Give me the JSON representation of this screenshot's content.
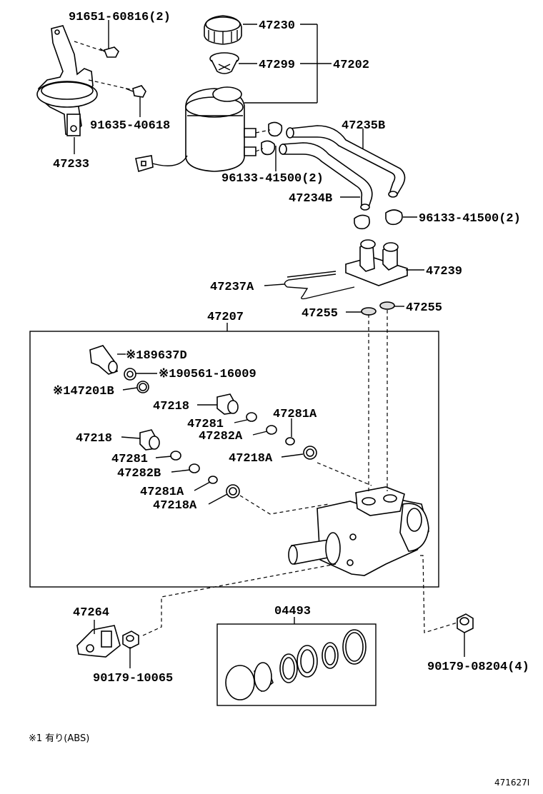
{
  "diagram_id": "471627I",
  "footnote": "※1 有り(ABS)",
  "labels": {
    "p91651": "91651-60816(2)",
    "p91635": "91635-40618",
    "p47233": "47233",
    "p47230": "47230",
    "p47299": "47299",
    "p47202": "47202",
    "p47235b": "47235B",
    "p96133a": "96133-41500(2)",
    "p47234b": "47234B",
    "p96133b": "96133-41500(2)",
    "p47239": "47239",
    "p47237a": "47237A",
    "p47255a": "47255",
    "p47255b": "47255",
    "p47207": "47207",
    "p189637d": "※189637D",
    "p190561": "※190561-16009",
    "p147201b": "※147201B",
    "p47218a": "47218",
    "p47281a_top": "47281A",
    "p47281_top": "47281",
    "p47282a": "47282A",
    "p47218_left": "47218",
    "p47218a_mid": "47218A",
    "p47281_left": "47281",
    "p47282b": "47282B",
    "p47281a_low": "47281A",
    "p47218a_low": "47218A",
    "p47264": "47264",
    "p04493": "04493",
    "p90179a": "90179-10065",
    "p90179b": "90179-08204(4)"
  }
}
